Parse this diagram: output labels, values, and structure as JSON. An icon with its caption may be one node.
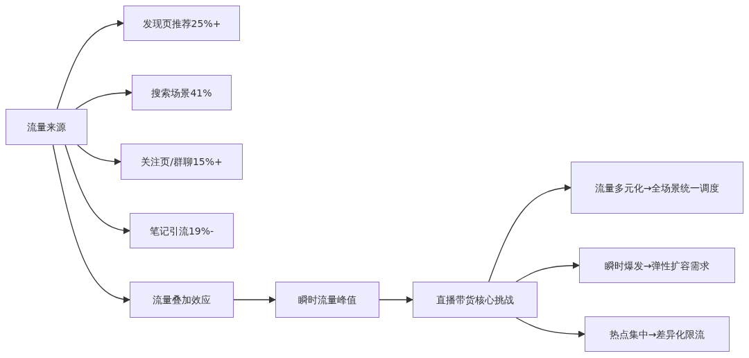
{
  "diagram": {
    "nodes": [
      {
        "text": [
          "流量来源"
        ]
      },
      {
        "text": [
          "发现页推荐25%+"
        ]
      },
      {
        "text": [
          "搜索场景41%"
        ]
      },
      {
        "text": [
          "关注页/群聊15%+"
        ]
      },
      {
        "text": [
          "笔记引流19%-"
        ]
      },
      {
        "text": [
          "流量叠加效应"
        ]
      },
      {
        "text": [
          "瞬时流量峰值"
        ]
      },
      {
        "text": [
          "直播带货核心挑战"
        ]
      },
      {
        "text": [
          "流量多元化→全场景统一调度"
        ]
      },
      {
        "text": [
          "瞬时爆发→弹性扩容需求"
        ]
      },
      {
        "text": [
          "热点集中→差异化限流"
        ]
      }
    ],
    "edges": [
      {
        "from": 0,
        "to": 1,
        "arrow": "to"
      },
      {
        "from": 0,
        "to": 2,
        "arrow": "to"
      },
      {
        "from": 0,
        "to": 3,
        "arrow": "to"
      },
      {
        "from": 0,
        "to": 4,
        "arrow": "to"
      },
      {
        "from": 0,
        "to": 5,
        "arrow": "to"
      },
      {
        "from": 5,
        "to": 6,
        "arrow": "to"
      },
      {
        "from": 6,
        "to": 7,
        "arrow": "to"
      },
      {
        "from": 7,
        "to": 8,
        "arrow": "to"
      },
      {
        "from": 7,
        "to": 9,
        "arrow": "to"
      },
      {
        "from": 7,
        "to": 10,
        "arrow": "to"
      }
    ]
  }
}
